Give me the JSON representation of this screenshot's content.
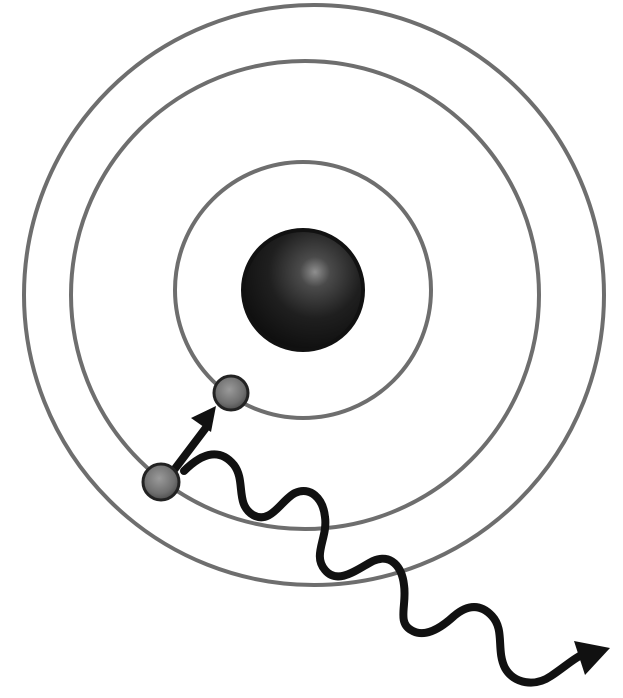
{
  "diagram": {
    "orbits": [
      {
        "id": "inner-orbit"
      },
      {
        "id": "middle-orbit"
      },
      {
        "id": "outer-orbit"
      }
    ],
    "electron_transition": {
      "from_orbit": "middle-orbit",
      "to_orbit": "inner-orbit"
    }
  }
}
